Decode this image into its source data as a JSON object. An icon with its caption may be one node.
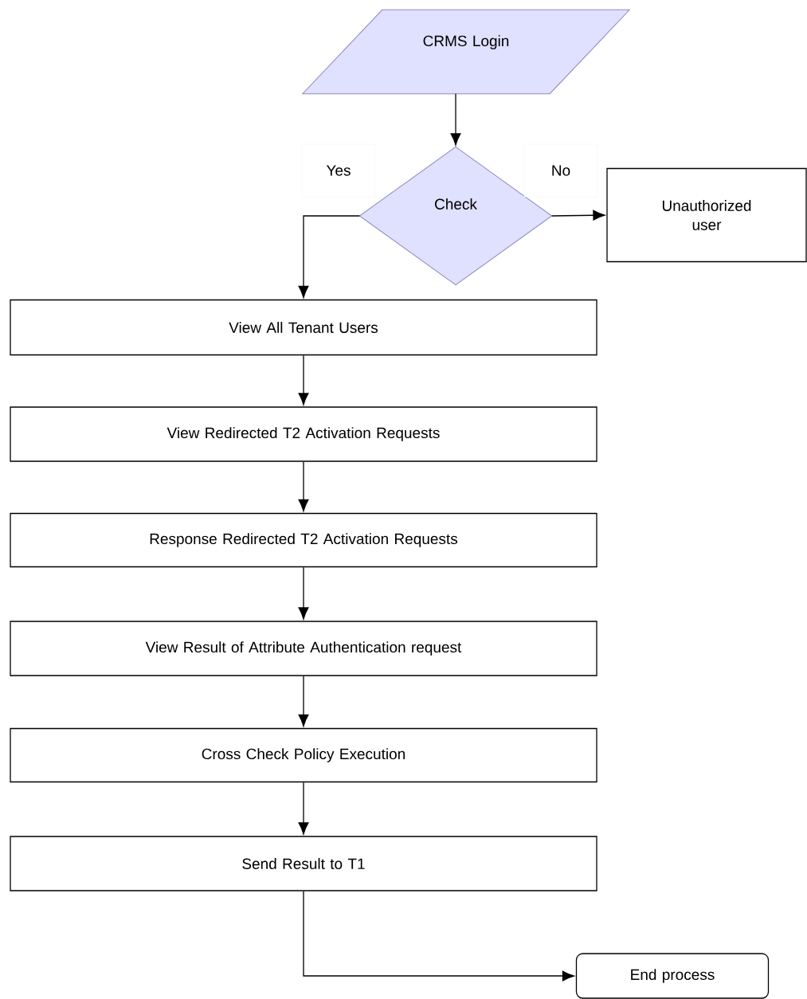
{
  "diagram": {
    "nodes": [
      {
        "text": [
          "CRMS Login"
        ]
      },
      {
        "text": [
          "Check"
        ]
      },
      {
        "text": [
          "Unauthorized user"
        ]
      },
      {
        "text": [
          "View All Tenant Users"
        ]
      },
      {
        "text": [
          "View Redirected T2 Activation Requests"
        ]
      },
      {
        "text": [
          "Response Redirected T2 Activation Requests"
        ]
      },
      {
        "text": [
          "View Result of Attribute Authentication request"
        ]
      },
      {
        "text": [
          "Cross Check Policy Execution"
        ]
      },
      {
        "text": [
          "Send Result to T1"
        ]
      },
      {
        "text": [
          "End process"
        ]
      }
    ],
    "edges": [
      {
        "from": 0,
        "to": 1,
        "arrow": "to"
      },
      {
        "from": 1,
        "to": 3,
        "arrow": "to",
        "label": "Yes"
      },
      {
        "from": 1,
        "to": 2,
        "arrow": "to",
        "label": "No"
      },
      {
        "from": 3,
        "to": 4,
        "arrow": "to"
      },
      {
        "from": 4,
        "to": 5,
        "arrow": "to"
      },
      {
        "from": 5,
        "to": 6,
        "arrow": "to"
      },
      {
        "from": 6,
        "to": 7,
        "arrow": "to"
      },
      {
        "from": 7,
        "to": 8,
        "arrow": "to"
      },
      {
        "from": 8,
        "to": 9,
        "arrow": "to"
      }
    ]
  }
}
